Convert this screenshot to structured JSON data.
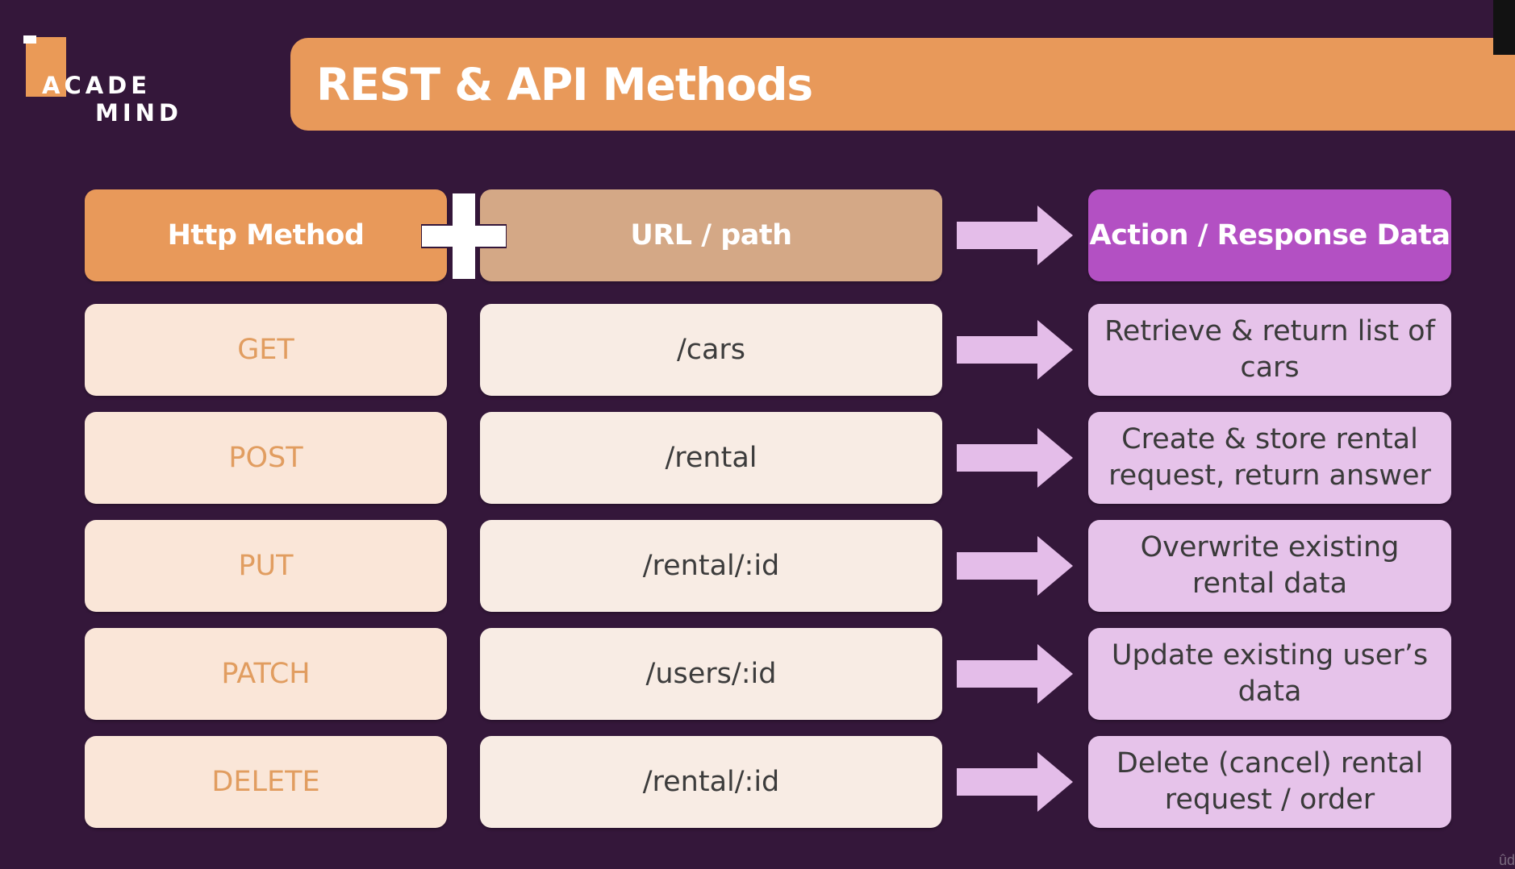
{
  "brand": {
    "logo_line1": "ACADE",
    "logo_line2": "MIND"
  },
  "title": "REST & API Methods",
  "headers": {
    "method": "Http Method",
    "url": "URL / path",
    "action": "Action / Response Data"
  },
  "rows": [
    {
      "method": "GET",
      "url": "/cars",
      "action": "Retrieve & return list of cars"
    },
    {
      "method": "POST",
      "url": "/rental",
      "action": "Create & store rental request, return answer"
    },
    {
      "method": "PUT",
      "url": "/rental/:id",
      "action": "Overwrite existing rental data"
    },
    {
      "method": "PATCH",
      "url": "/users/:id",
      "action": "Update existing user’s data"
    },
    {
      "method": "DELETE",
      "url": "/rental/:id",
      "action": "Delete (cancel) rental request / order"
    }
  ],
  "watermark": "ûd",
  "colors": {
    "background": "#34173a",
    "accent_orange": "#e8995a",
    "url_header": "#d4a886",
    "action_header": "#b350c3",
    "action_cell": "#e6c3ea",
    "arrow": "#e4bde9"
  },
  "icons": {
    "plus": "plus-icon",
    "arrow": "right-arrow-icon"
  }
}
